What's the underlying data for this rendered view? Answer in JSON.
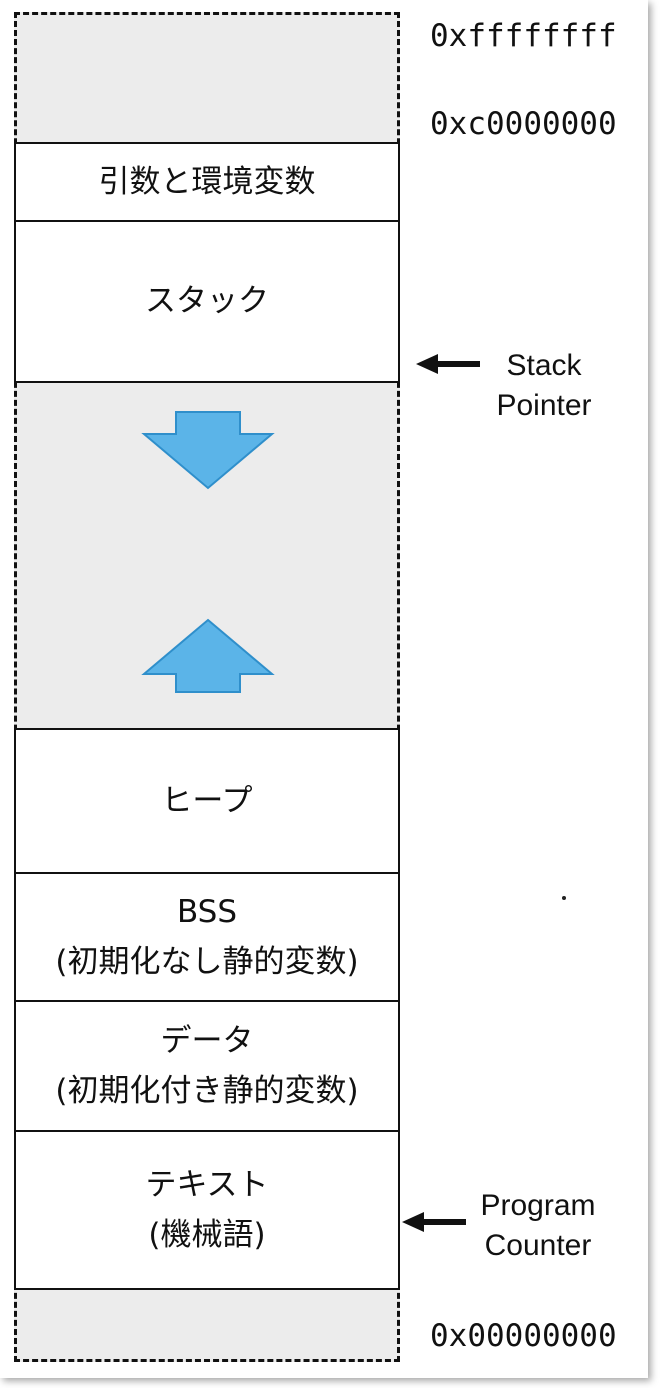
{
  "addresses": {
    "top": "0xffffffff",
    "kernel_boundary": "0xc0000000",
    "bottom": "0x00000000"
  },
  "segments": {
    "args_env": "引数と環境変数",
    "stack": "スタック",
    "heap": "ヒープ",
    "bss": {
      "title": "BSS",
      "subtitle": "(初期化なし静的変数)"
    },
    "data": {
      "title": "データ",
      "subtitle": "(初期化付き静的変数)"
    },
    "text": {
      "title": "テキスト",
      "subtitle": "(機械語)"
    }
  },
  "pointers": {
    "stack_pointer": {
      "line1": "Stack",
      "line2": "Pointer"
    },
    "program_counter": {
      "line1": "Program",
      "line2": "Counter"
    }
  },
  "colors": {
    "unused_region": "#ececec",
    "growth_arrow": "#5bb4e8",
    "growth_arrow_edge": "#2f8fcb"
  },
  "growth": {
    "stack_direction": "down",
    "heap_direction": "up"
  }
}
